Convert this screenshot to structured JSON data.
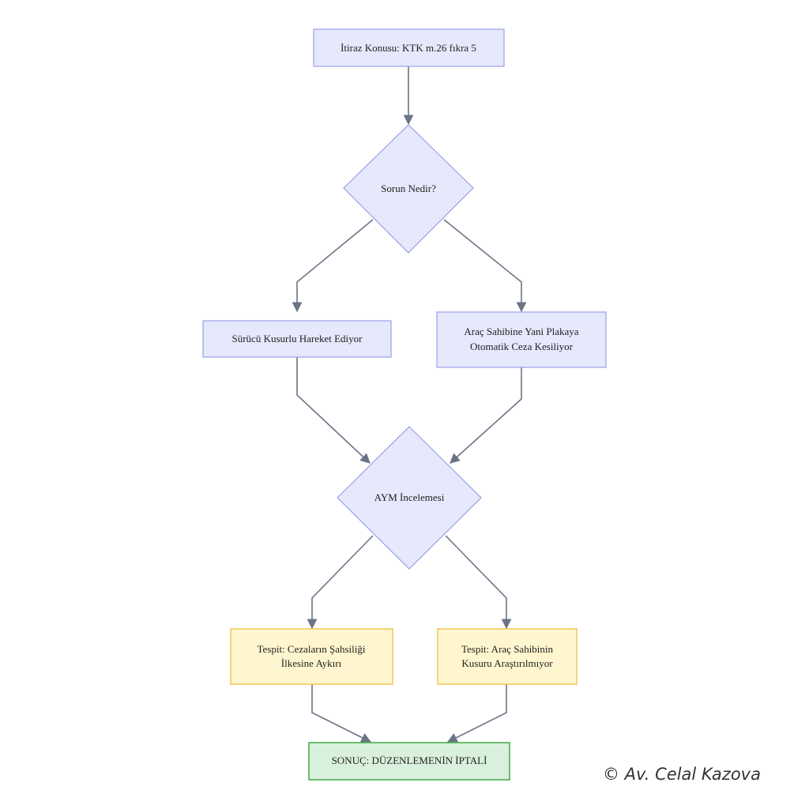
{
  "nodes": {
    "start": {
      "line1": "İtiraz Konusu: KTK m.26 fıkra 5"
    },
    "decision1": {
      "line1": "Sorun Nedir?"
    },
    "left1": {
      "line1": "Sürücü Kusurlu Hareket Ediyor"
    },
    "right1": {
      "line1": "Araç Sahibine Yani Plakaya",
      "line2": "Otomatik Ceza Kesiliyor"
    },
    "decision2": {
      "line1": "AYM İncelemesi"
    },
    "left2": {
      "line1": "Tespit: Cezaların Şahsiliği",
      "line2": "İlkesine Aykırı"
    },
    "right2": {
      "line1": "Tespit: Araç Sahibinin",
      "line2": "Kusuru Araştırılmıyor"
    },
    "result": {
      "line1": "SONUÇ: DÜZENLEMENİN İPTALİ"
    }
  },
  "footer": {
    "copyright": "© Av. Celal Kazova"
  },
  "colors": {
    "process_fill": "#e6e8fb",
    "process_stroke": "#9aa0e8",
    "finding_fill": "#fff6cf",
    "finding_stroke": "#f0c24a",
    "result_fill": "#d9f1dc",
    "result_stroke": "#4caf50",
    "edge": "#6b7486"
  }
}
